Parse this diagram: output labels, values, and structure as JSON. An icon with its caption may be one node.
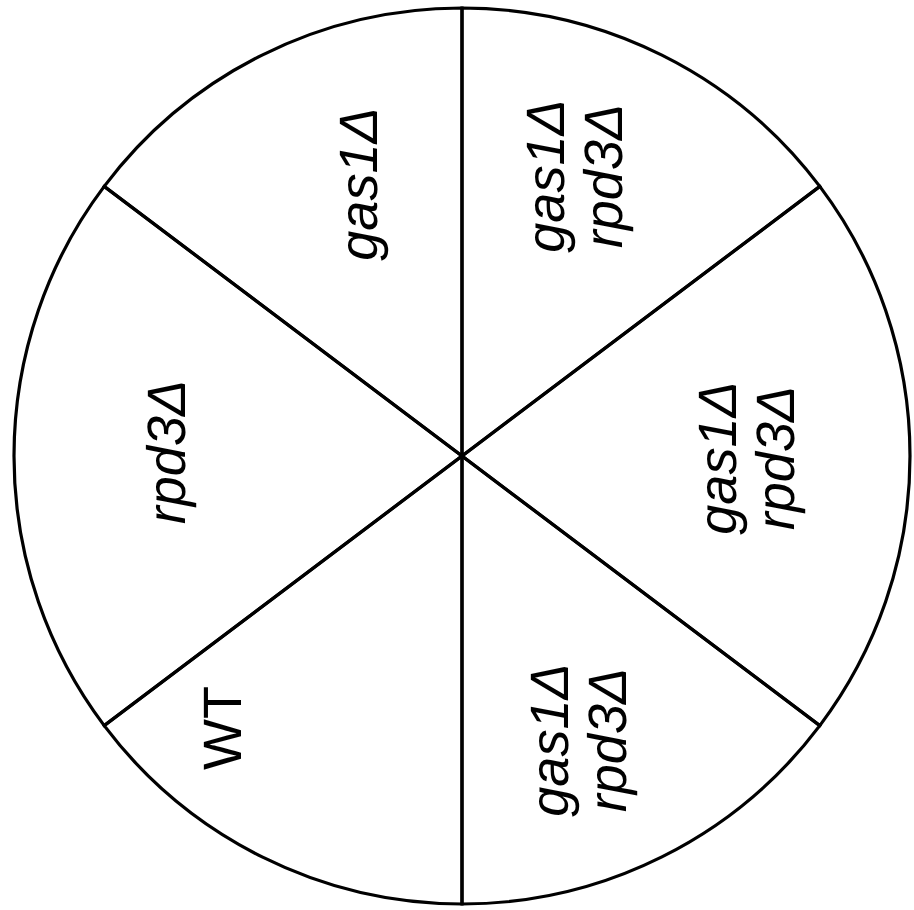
{
  "diagram": {
    "nodes": [
      {
        "text": [
          "*gas1Δ*"
        ]
      },
      {
        "text": [
          "*gas1Δ* *rpd3Δ*"
        ]
      },
      {
        "text": [
          "*rpd3Δ*"
        ]
      },
      {
        "text": [
          "*gas1Δ* *rpd3Δ*"
        ]
      },
      {
        "text": [
          "WT"
        ]
      },
      {
        "text": [
          "*gas1Δ* *rpd3Δ*"
        ]
      }
    ]
  }
}
